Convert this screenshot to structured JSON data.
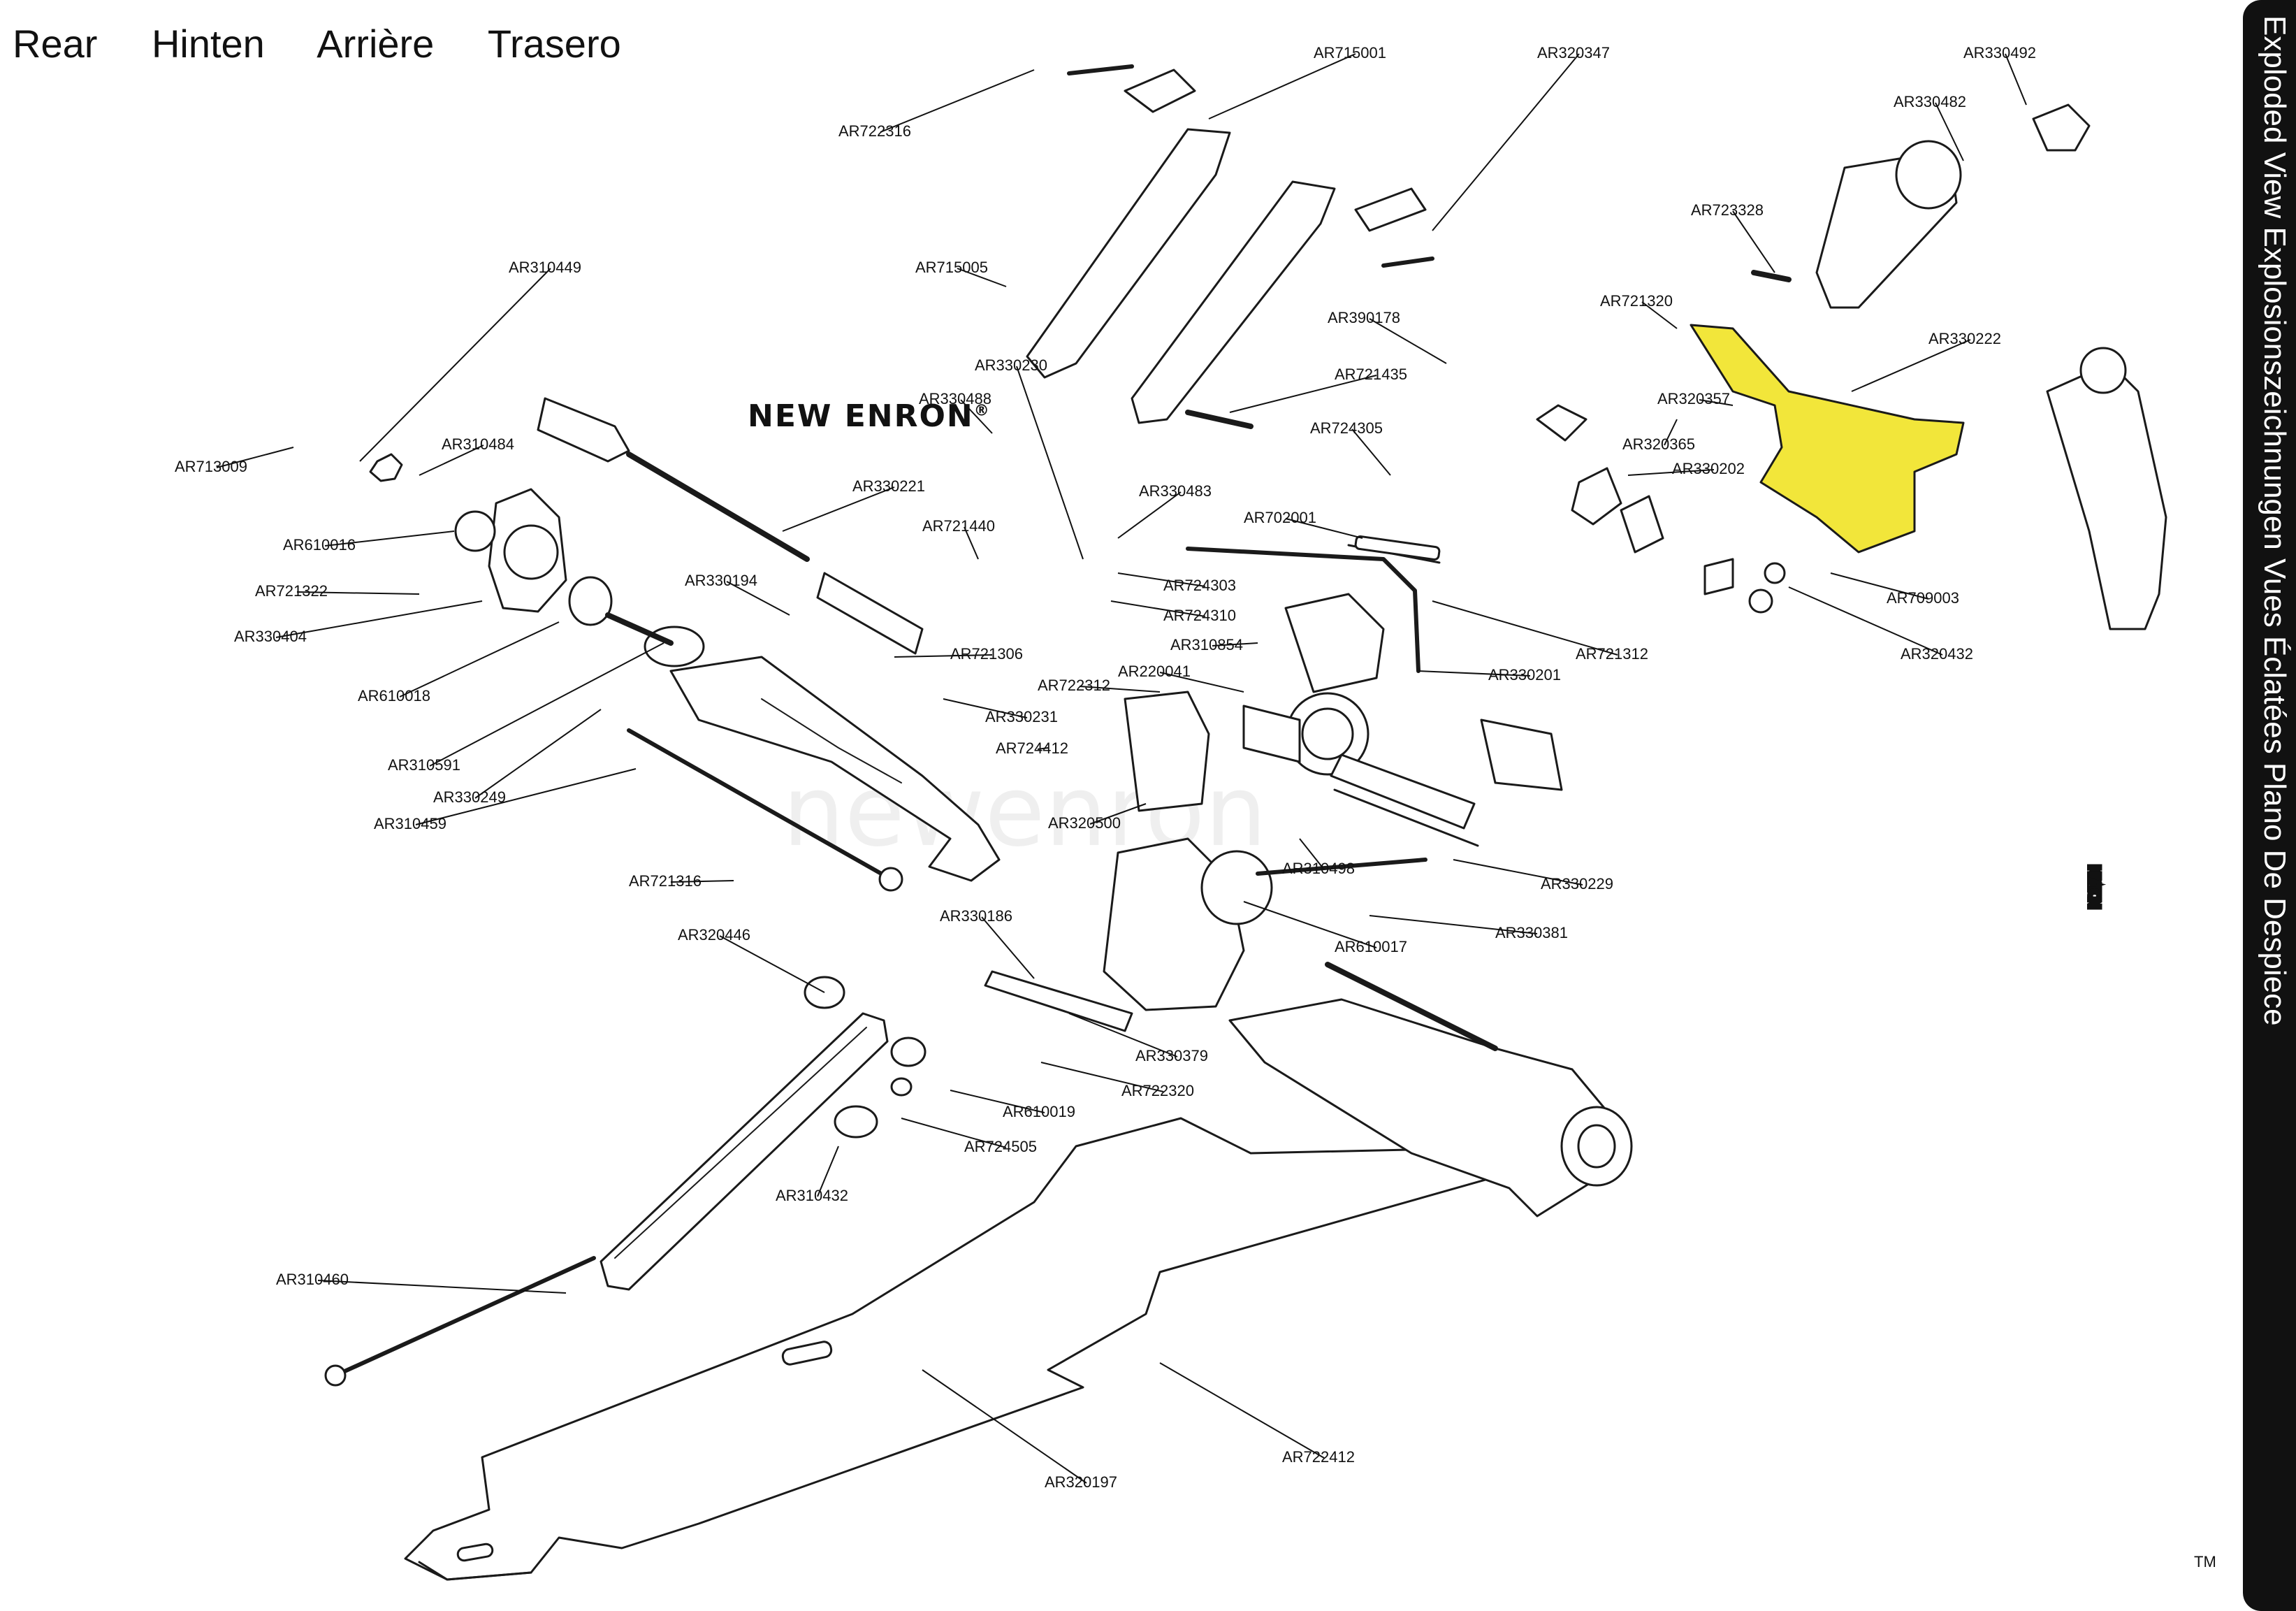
{
  "header": {
    "languages": [
      "Rear",
      "Hinten",
      "Arrière",
      "Trasero"
    ]
  },
  "side_title": "Exploded View  Explosionszeichnungen  Vues Éclatées  Plano De Despiece",
  "logo": {
    "text": "KRATON",
    "trademark": "TM"
  },
  "watermark": {
    "text": "NEW ENRON",
    "mark": "®",
    "faint": "newenron"
  },
  "highlight_color": "#f2e63a",
  "labels": [
    "AR715001",
    "AR320347",
    "AR722316",
    "AR715005",
    "AR390178",
    "AR721435",
    "AR330230",
    "AR724305",
    "AR702001",
    "AR330483",
    "AR724303",
    "AR724310",
    "AR310854",
    "AR721312",
    "AR330201",
    "AR220041",
    "AR722312",
    "AR724412",
    "AR330231",
    "AR320500",
    "AR310498",
    "AR330229",
    "AR330381",
    "AR610017",
    "AR330186",
    "AR330379",
    "AR722320",
    "AR610019",
    "AR724505",
    "AR310432",
    "AR320446",
    "AR310460",
    "AR320197",
    "AR722412",
    "AR310449",
    "AR713009",
    "AR310484",
    "AR610016",
    "AR721322",
    "AR330404",
    "AR610018",
    "AR310591",
    "AR330249",
    "AR310459",
    "AR721316",
    "AR330194",
    "AR721306",
    "AR721440",
    "AR330221",
    "AR330488",
    "AR330492",
    "AR330482",
    "AR723328",
    "AR721320",
    "AR330222",
    "AR320357",
    "AR320365",
    "AR330202",
    "AR709003",
    "AR320432"
  ]
}
